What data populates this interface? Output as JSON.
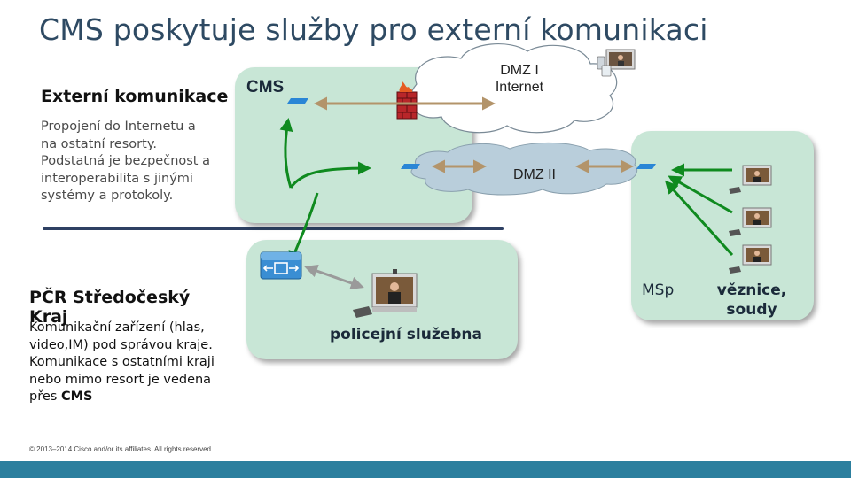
{
  "title": "CMS poskytuje služby pro externí komunikaci",
  "external": {
    "heading": "Externí komunikace",
    "lines": [
      "Propojení do Internetu a",
      "na ostatní resorty.",
      "Podstatná je bezpečnost a",
      "interoperabilita s jinými",
      "systémy a protokoly."
    ]
  },
  "pcr": {
    "heading_lines": [
      "PČR Středočeský",
      "Kraj"
    ],
    "lines": [
      "Komunikační zařízení (hlas,",
      "video,IM) pod správou kraje.",
      "Komunikace s ostatními kraji",
      "nebo mimo resort je vedena"
    ],
    "last_line_prefix": "přes ",
    "last_line_bold": "CMS"
  },
  "diagram": {
    "cms_label": "CMS",
    "dmz1_lines": [
      "DMZ I",
      "Internet"
    ],
    "dmz2_label": "DMZ II",
    "police_label": "policejní služebna",
    "msp_label": "MSp",
    "prisons_lines": [
      "věznice,",
      "soudy"
    ]
  },
  "footer": {
    "copyright": "© 2013–2014  Cisco and/or its affiliates. All rights reserved."
  },
  "colors": {
    "title": "#2e4a63",
    "box_fill": "#c8e6d6",
    "cloud_dmz2": "#b9cedb",
    "arrow_green": "#0f8a1f",
    "arrow_tan": "#b3946a",
    "divider": "#2e4063",
    "bottom_bar": "#2c7f9e"
  }
}
